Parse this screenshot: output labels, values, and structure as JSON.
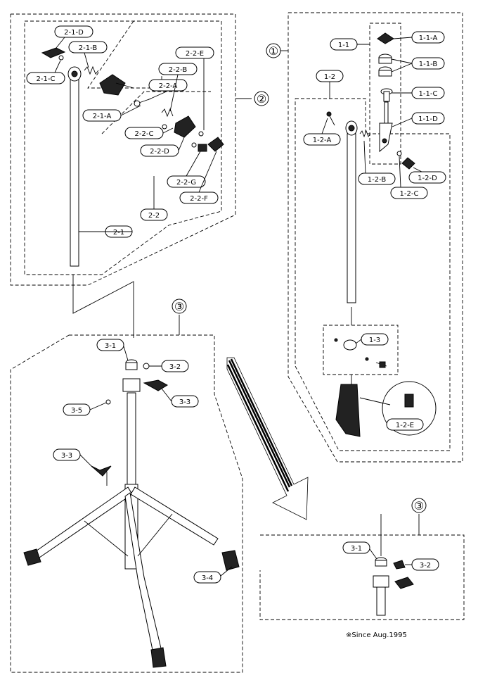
{
  "groups": {
    "g1": "①",
    "g2": "②",
    "g3": "③",
    "g3_inset": "③"
  },
  "callouts": {
    "c211D": "2-1-D",
    "c211B": "2-1-B",
    "c211C": "2-1-C",
    "c222E": "2-2-E",
    "c222B": "2-2-B",
    "c222A": "2-2-A",
    "c221A": "2-1-A",
    "c222C": "2-2-C",
    "c222D": "2-2-D",
    "c222G": "2-2-G",
    "c222F": "2-2-F",
    "c22": "2-2",
    "c21": "2-1",
    "c11": "1-1",
    "c11A": "1-1-A",
    "c11B": "1-1-B",
    "c11C": "1-1-C",
    "c11D": "1-1-D",
    "c12": "1-2",
    "c12A": "1-2-A",
    "c12B": "1-2-B",
    "c12D": "1-2-D",
    "c12C": "1-2-C",
    "c13": "1-3",
    "c12E": "1-2-E",
    "c31": "3-1",
    "c32": "3-2",
    "c33a": "3-3",
    "c35": "3-5",
    "c33b": "3-3",
    "c34": "3-4",
    "c31i": "3-1",
    "c32i": "3-2"
  },
  "note": "※Since Aug.1995"
}
